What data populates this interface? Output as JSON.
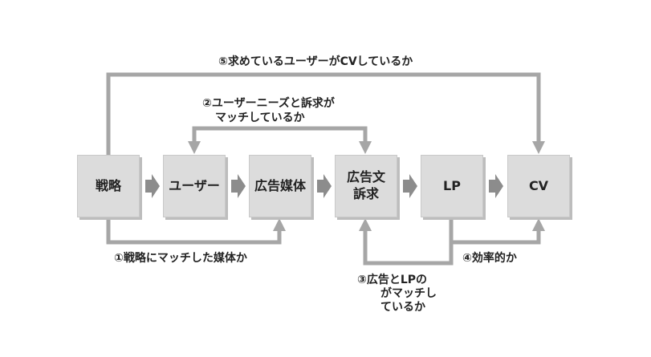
{
  "boxes": {
    "strategy": "戦略",
    "user": "ユーザー",
    "media": "広告媒体",
    "ad_copy_line1": "広告文",
    "ad_copy_line2": "訴求",
    "lp": "LP",
    "cv": "CV"
  },
  "labels": {
    "q5": "⑤求めているユーザーがCVしているか",
    "q2_line1": "②ユーザーニーズと訴求が",
    "q2_line2": "マッチしているか",
    "q1": "①戦略にマッチした媒体か",
    "q4": "④効率的か",
    "q3_line1": "③広告とLPの",
    "q3_line2": "がマッチし",
    "q3_line3": "ているか"
  },
  "colors": {
    "box_fill": "#dcdcdc",
    "connector": "#a6a6a6",
    "arrow": "#8c8c8c",
    "text": "#222222"
  }
}
